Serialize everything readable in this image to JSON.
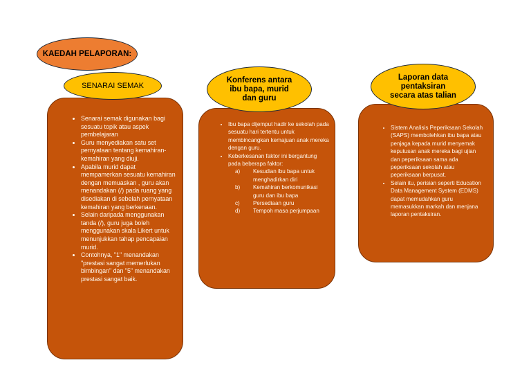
{
  "title": "KAEDAH PELAPORAN:",
  "column1": {
    "heading": "SENARAI SEMAK",
    "bullets": [
      "Senarai semak digunakan bagi sesuatu topik atau aspek pembelajaran",
      "Guru menyediakan satu set pernyataan tentang kemahiran-kemahiran yang diuji.",
      "Apabila murid dapat mempamerkan sesuatu kemahiran dengan memuaskan , guru akan menandakan (/) pada ruang yang disediakan di sebelah pernyataan kemahiran yang berkenaan.",
      "Selain daripada menggunakan tanda (/), guru juga boleh menggunakan skala Likert untuk menunjukkan tahap pencapaian murid.",
      "Contohnya, \"1\" menandakan \"prestasi sangat memerlukan bimbingan\" dan \"5\" menandakan prestasi sangat baik."
    ]
  },
  "column2": {
    "heading_lines": [
      "Konferens antara",
      "ibu bapa, murid",
      "dan guru"
    ],
    "bullet1": "Ibu bapa dijemput hadir ke sekolah pada sesuatu hari tertentu untuk membincangkan kemajuan anak mereka dengan guru.",
    "bullet2": "Keberkesanan faktor ini bergantung pada beberapa faktor:",
    "factors": [
      {
        "marker": "a)",
        "text": "Kesudian ibu bapa untuk menghadirkan diri"
      },
      {
        "marker": "b)",
        "text": "Kemahiran berkomunikasi guru dan ibu bapa"
      },
      {
        "marker": "c)",
        "text": "Persediaan guru"
      },
      {
        "marker": "d)",
        "text": "Tempoh masa perjumpaan"
      }
    ]
  },
  "column3": {
    "heading_lines": [
      "Laporan data",
      "pentaksiran",
      "secara atas talian"
    ],
    "bullets": [
      "Sistem Analisis Peperiksaan Sekolah (SAPS) membolehkan ibu bapa atau penjaga kepada murid menyemak keputusan anak mereka bagi ujian dan peperiksaan sama ada peperiksaan sekolah atau peperiksaan berpusat.",
      "Selain itu, perisian seperti Education Data Management System (EDMS) dapat memudahkan guru memasukkan markah dan menjana laporan pentaksiran."
    ]
  },
  "colors": {
    "title_fill": "#ed7d31",
    "heading_fill": "#ffc000",
    "box_fill": "#c5540a",
    "box_text": "#fff8ee"
  }
}
